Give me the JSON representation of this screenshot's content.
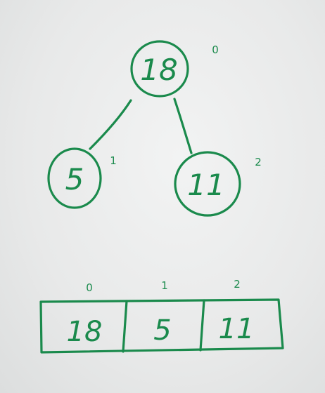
{
  "colors": {
    "ink": "#1a8a4c",
    "paper": "#eceded"
  },
  "tree": {
    "nodes": [
      {
        "value": "18",
        "index": "0"
      },
      {
        "value": "5",
        "index": "1"
      },
      {
        "value": "11",
        "index": "2"
      }
    ]
  },
  "array": {
    "indices": [
      "0",
      "1",
      "2"
    ],
    "cells": [
      "18",
      "5",
      "11"
    ]
  }
}
